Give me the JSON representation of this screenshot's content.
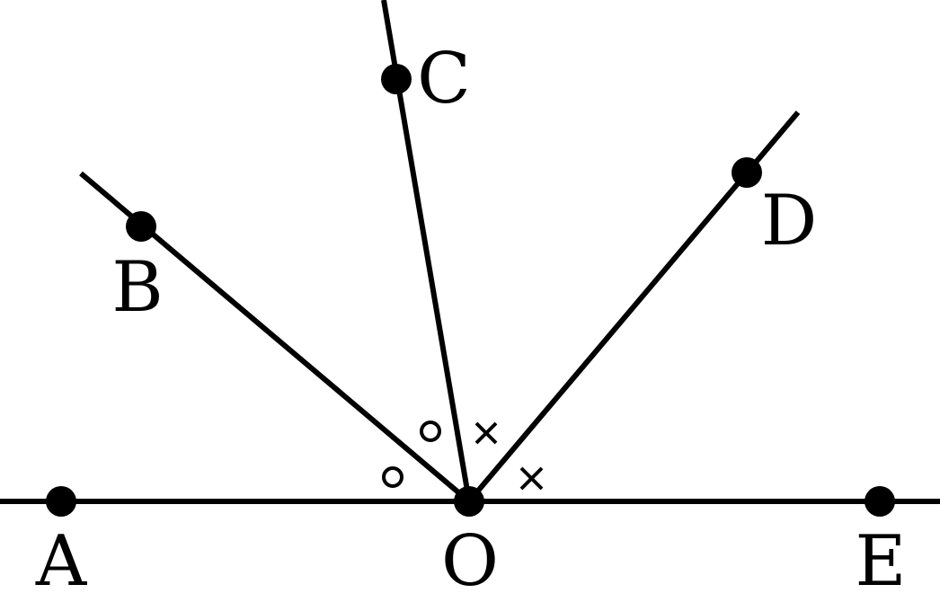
{
  "labels": {
    "A": "A",
    "B": "B",
    "C": "C",
    "D": "D",
    "O": "O",
    "E": "E"
  }
}
